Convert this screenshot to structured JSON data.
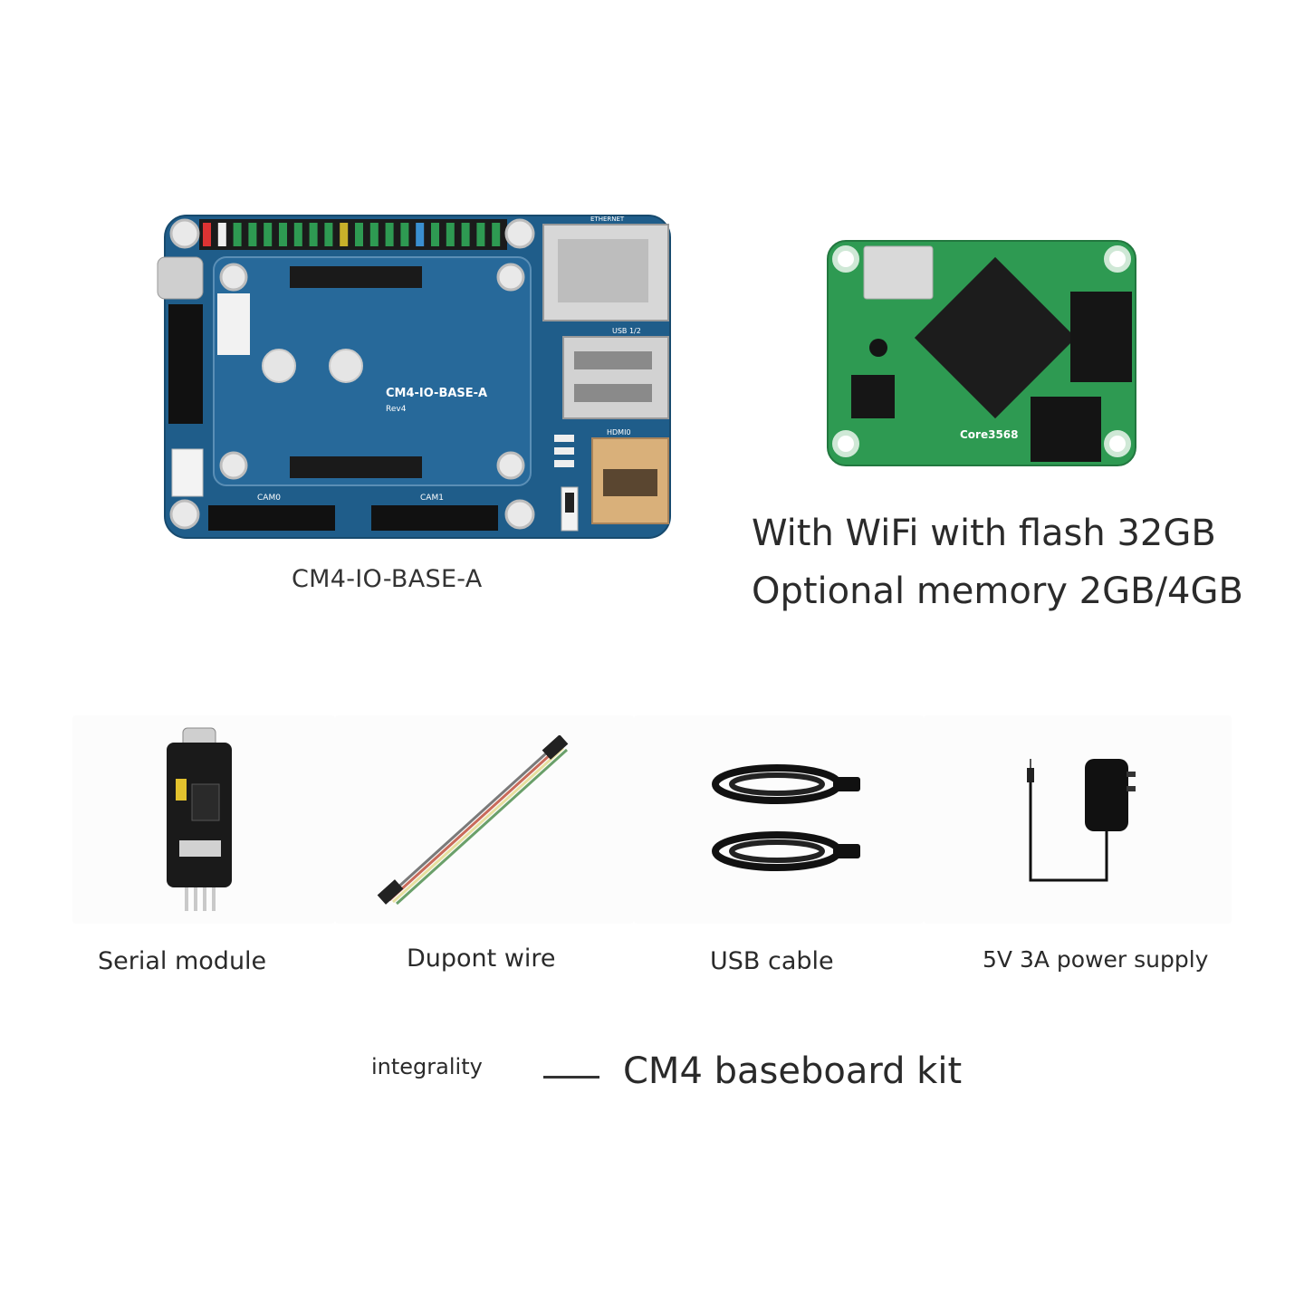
{
  "baseboard": {
    "caption": "CM4-IO-BASE-A",
    "silk_name": "CM4-IO-BASE-A",
    "silk_rev": "Rev4",
    "silk_cam0": "CAM0",
    "silk_cam1": "CAM1",
    "silk_usb": "USB 1/2",
    "silk_hdmi": "HDMI0",
    "silk_ethernet": "ETHERNET",
    "board_color": "#1f5d8a"
  },
  "core_module": {
    "silk_name": "Core3568",
    "desc_line1": "With WiFi with flash 32GB",
    "desc_line2": "Optional memory 2GB/4GB",
    "board_color": "#2e9a52"
  },
  "accessories": [
    {
      "label": "Serial module",
      "icon": "usb-serial-module-icon"
    },
    {
      "label": "Dupont wire",
      "icon": "dupont-wire-icon"
    },
    {
      "label": "USB cable",
      "icon": "usb-cable-icon"
    },
    {
      "label": "5V 3A power supply",
      "icon": "power-adapter-icon"
    }
  ],
  "footer": {
    "left": "integrality",
    "right": "CM4 baseboard kit"
  }
}
